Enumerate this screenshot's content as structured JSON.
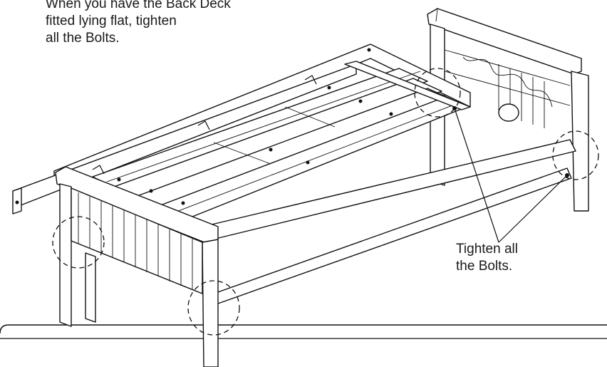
{
  "instruction": {
    "lines": [
      "When you have the Back Deck",
      "fitted lying flat, tighten",
      "all the Bolts."
    ]
  },
  "callout": {
    "lines": [
      "Tighten all",
      "the Bolts."
    ]
  },
  "icons": [
    "bed-frame-illustration",
    "bolt-highlight-circle",
    "leader-line"
  ],
  "colors": {
    "line": "#111111",
    "background": "#ffffff"
  }
}
